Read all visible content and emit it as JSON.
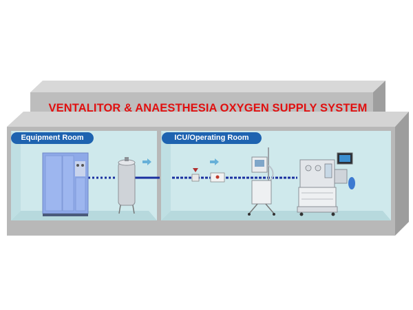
{
  "title": "VENTALITOR & ANAESTHESIA  OXYGEN SUPPLY SYSTEM",
  "rooms": [
    {
      "label": "Equipment Room"
    },
    {
      "label": "ICU/Operating Room"
    }
  ],
  "colors": {
    "title_red": "#e01010",
    "label_blue": "#1e63b0",
    "pipe_blue": "#1a2fa0",
    "room_fill": "#cfe9ec",
    "building_gray": "#b9b9b9"
  },
  "icons": [
    "oxygen-generator-icon",
    "oxygen-tank-icon",
    "arrow-right-icon",
    "flow-valve-icon",
    "wall-outlet-icon",
    "ventilator-icon",
    "anaesthesia-machine-icon"
  ]
}
